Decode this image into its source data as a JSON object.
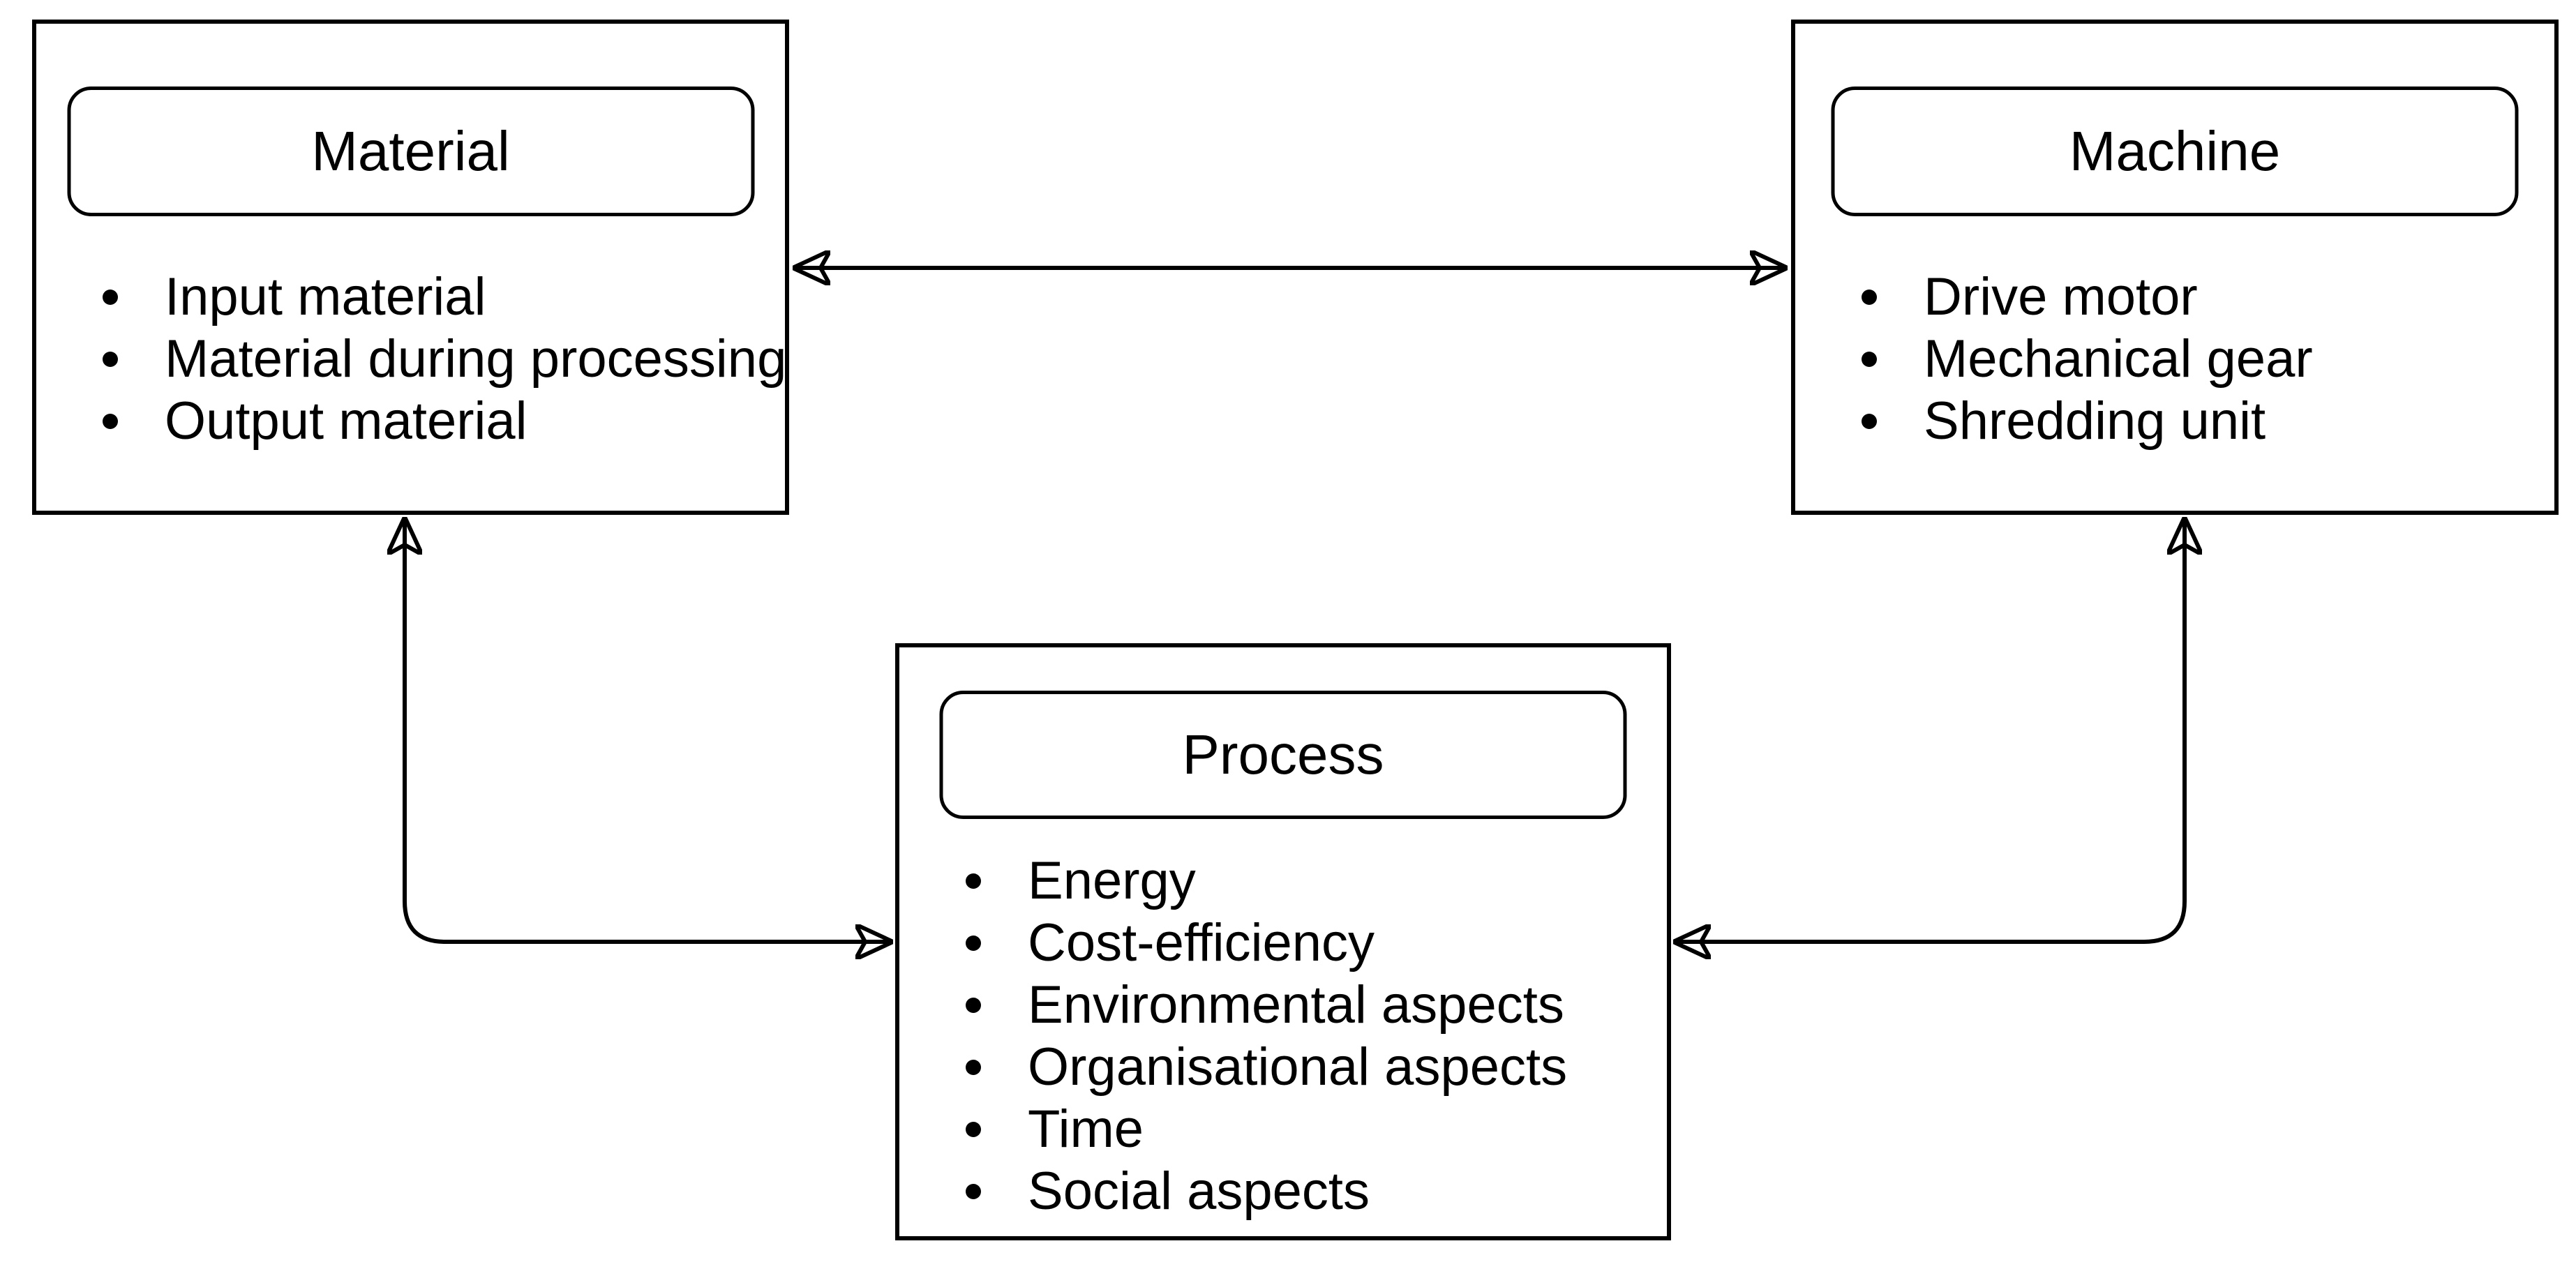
{
  "diagram": {
    "background_color": "#ffffff",
    "stroke_color": "#000000",
    "boxes": {
      "material": {
        "title": "Material",
        "items": [
          "Input material",
          "Material during processing",
          "Output material"
        ]
      },
      "machine": {
        "title": "Machine",
        "items": [
          "Drive motor",
          "Mechanical gear",
          "Shredding unit"
        ]
      },
      "process": {
        "title": "Process",
        "items": [
          "Energy",
          "Cost-efficiency",
          "Environmental aspects",
          "Organisational aspects",
          "Time",
          "Social aspects"
        ]
      }
    },
    "connectors": [
      {
        "name": "material-machine",
        "from": "Material",
        "to": "Machine",
        "style": "double-headed-arrow"
      },
      {
        "name": "process-material",
        "from": "Process",
        "to": "Material",
        "style": "double-headed-elbow-arrow"
      },
      {
        "name": "process-machine",
        "from": "Process",
        "to": "Machine",
        "style": "double-headed-elbow-arrow"
      }
    ]
  }
}
